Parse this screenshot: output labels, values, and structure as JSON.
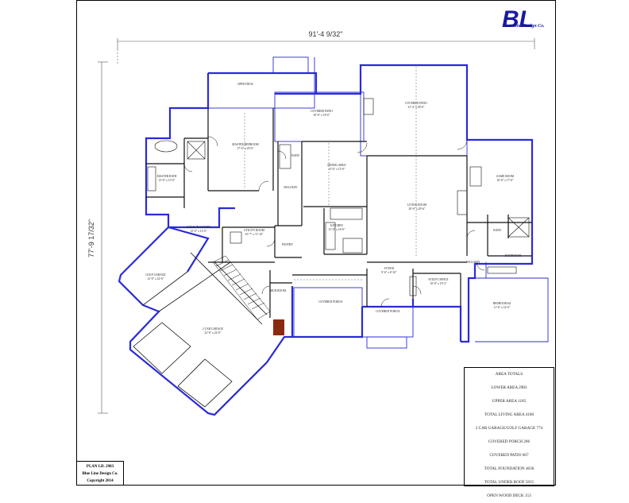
{
  "brand": {
    "mark": "BL",
    "name": "Blue Line Design Co."
  },
  "dimensions": {
    "width": "91'-4 9/32\"",
    "depth": "77'-9 17/32\""
  },
  "rooms": [
    {
      "id": "open-deck",
      "label": "OPEN DECK",
      "dim": ""
    },
    {
      "id": "covered-patio-left",
      "label": "COVERED PATIO",
      "dim": "29'-6\" x 18'-0\""
    },
    {
      "id": "covered-patio-right",
      "label": "COVERED PATIO",
      "dim": "21'-4\" x 28'-0\""
    },
    {
      "id": "master-bedroom",
      "label": "MASTER BEDROOM",
      "dim": "17'-0\" x 20'-0\""
    },
    {
      "id": "master-bath",
      "label": "MASTER BATH",
      "dim": "12'-6\" x 15'-6\""
    },
    {
      "id": "bath",
      "label": "BATH",
      "dim": ""
    },
    {
      "id": "hallway-1",
      "label": "HALLWAY",
      "dim": ""
    },
    {
      "id": "dining-area",
      "label": "DINING AREA",
      "dim": "13'-6\" x 15'-0\""
    },
    {
      "id": "living-room",
      "label": "LIVING ROOM",
      "dim": "20'-6\" x 20'-6\""
    },
    {
      "id": "game-room",
      "label": "GAME ROOM",
      "dim": "16'-6\" x 17'-6\""
    },
    {
      "id": "walk-in-closet",
      "label": "WALK IN CLOSET",
      "dim": "12'-0\" x 12'-0\""
    },
    {
      "id": "utility-room",
      "label": "UTILITY ROOM",
      "dim": "10'-7\" x 11'-10\""
    },
    {
      "id": "kitchen",
      "label": "KITCHEN",
      "dim": "13'-0\" x 16'-0\""
    },
    {
      "id": "pantry",
      "label": "PANTRY",
      "dim": ""
    },
    {
      "id": "bath-2",
      "label": "BATH",
      "dim": ""
    },
    {
      "id": "bathroom",
      "label": "BATHROOM",
      "dim": ""
    },
    {
      "id": "hallway-2",
      "label": "HALLWAY",
      "dim": ""
    },
    {
      "id": "foyer",
      "label": "FOYER",
      "dim": "9'-6\" x 8'-10\""
    },
    {
      "id": "study-office",
      "label": "STUDY OFFICE",
      "dim": "10'-0\" x 10'-2\""
    },
    {
      "id": "golf-garage",
      "label": "GOLF GARAGE",
      "dim": "12'-0\" x 22'-6\""
    },
    {
      "id": "mud-room",
      "label": "MUD ROOM",
      "dim": ""
    },
    {
      "id": "covered-porch",
      "label": "COVERED PORCH",
      "dim": ""
    },
    {
      "id": "bedroom-2",
      "label": "BEDROOM #2",
      "dim": "11'-6\" x 14'-0\""
    },
    {
      "id": "covered-porch-2",
      "label": "COVERED PORCH",
      "dim": ""
    },
    {
      "id": "two-car-garage",
      "label": "2 CAR GARAGE",
      "dim": "22'-6\" x 22'-0\""
    }
  ],
  "area_totals": {
    "title": "AREA TOTALS",
    "rows": [
      "LOWER AREA  2983",
      "UPPER AREA  1185",
      "TOTAL LIVING AREA  4168",
      "2 CAR GARAGE/GOLF GARAGE  774",
      "COVERED PORCH  206",
      "COVERED PATIO  667",
      "TOTAL FOUNDATION  4630",
      "TOTAL UNDER ROOF  5815",
      "OPEN WOOD DECK  153"
    ]
  },
  "plan_info": {
    "plan_id": "PLAN I.D. 2983",
    "company": "Blue Line Design Co.",
    "copyright": "Copyright 2014"
  },
  "colors": {
    "wall": "#2b2bd9",
    "accent": "#1a1aa0",
    "line": "#000000",
    "door": "#000000"
  }
}
